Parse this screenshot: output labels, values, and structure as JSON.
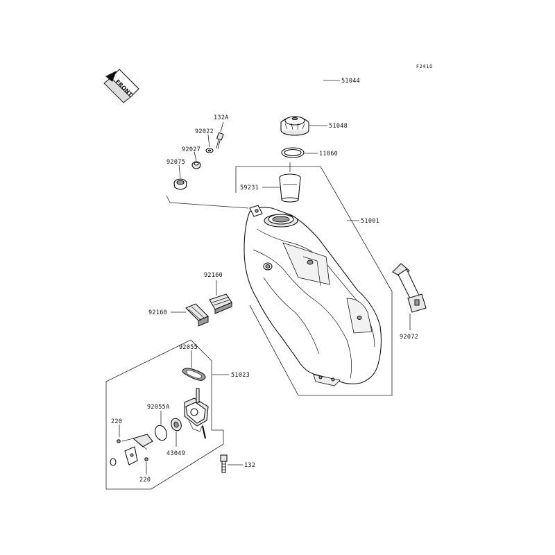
{
  "figure_code": "F2410",
  "front_label": "FRONT",
  "parts": {
    "p51044": "51044",
    "p51048": "51048",
    "p11060": "11060",
    "p59231": "59231",
    "p51001": "51001",
    "p132A": "132A",
    "p92022": "92022",
    "p92027": "92027",
    "p92075": "92075",
    "p92160_top": "92160",
    "p92160_left": "92160",
    "p92072": "92072",
    "p92055": "92055",
    "p51023": "51023",
    "p92055A": "92055A",
    "p220_top": "220",
    "p220_bottom": "220",
    "p43049": "43049",
    "p132": "132"
  }
}
